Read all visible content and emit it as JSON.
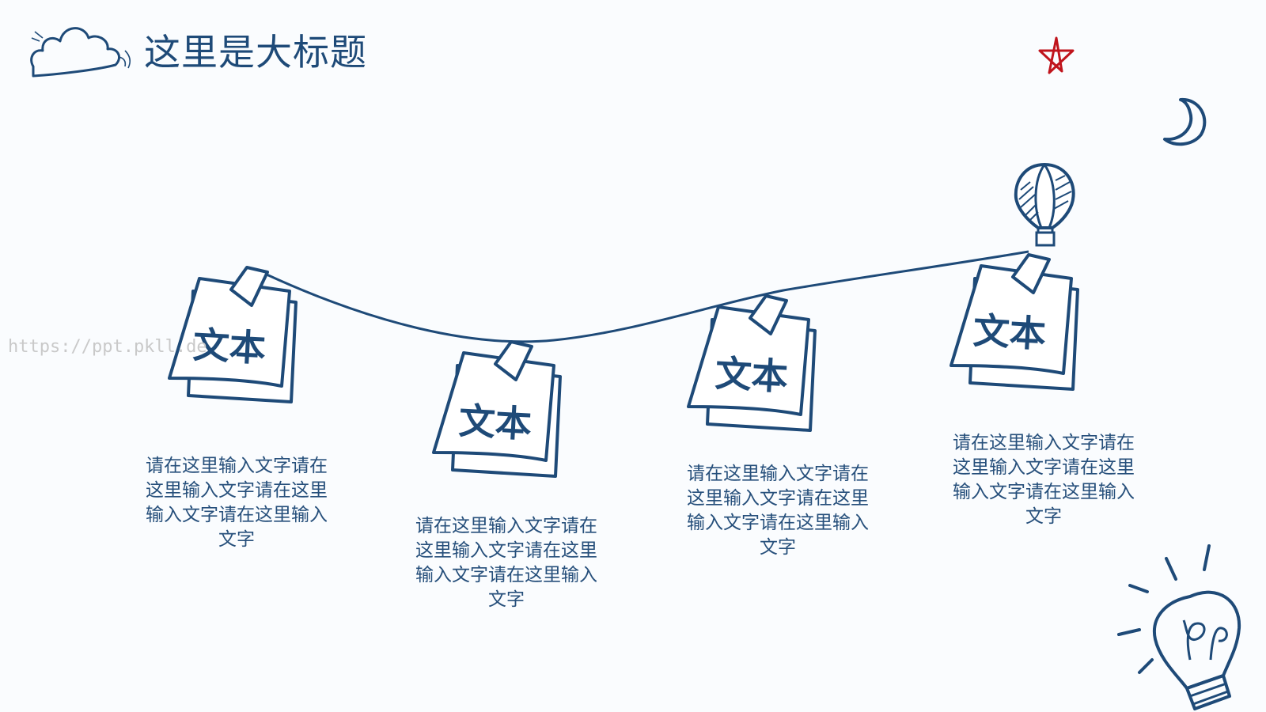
{
  "slide": {
    "title": "这里是大标题",
    "watermark": "https://ppt.pkll.de"
  },
  "notes": [
    {
      "label": "文本",
      "text": "请在这里输入文字请在这里输入文字请在这里输入文字请在这里输入文字"
    },
    {
      "label": "文本",
      "text": "请在这里输入文字请在这里输入文字请在这里输入文字请在这里输入文字"
    },
    {
      "label": "文本",
      "text": "请在这里输入文字请在这里输入文字请在这里输入文字请在这里输入文字"
    },
    {
      "label": "文本",
      "text": "请在这里输入文字请在这里输入文字请在这里输入文字请在这里输入文字"
    }
  ],
  "icons": [
    "cloud-icon",
    "star-icon",
    "moon-icon",
    "balloon-icon",
    "lightbulb-icon"
  ],
  "colors": {
    "ink": "#1e4a78",
    "star": "#c0141c",
    "text": "#264f7b",
    "watermark": "#c9c9c9"
  }
}
